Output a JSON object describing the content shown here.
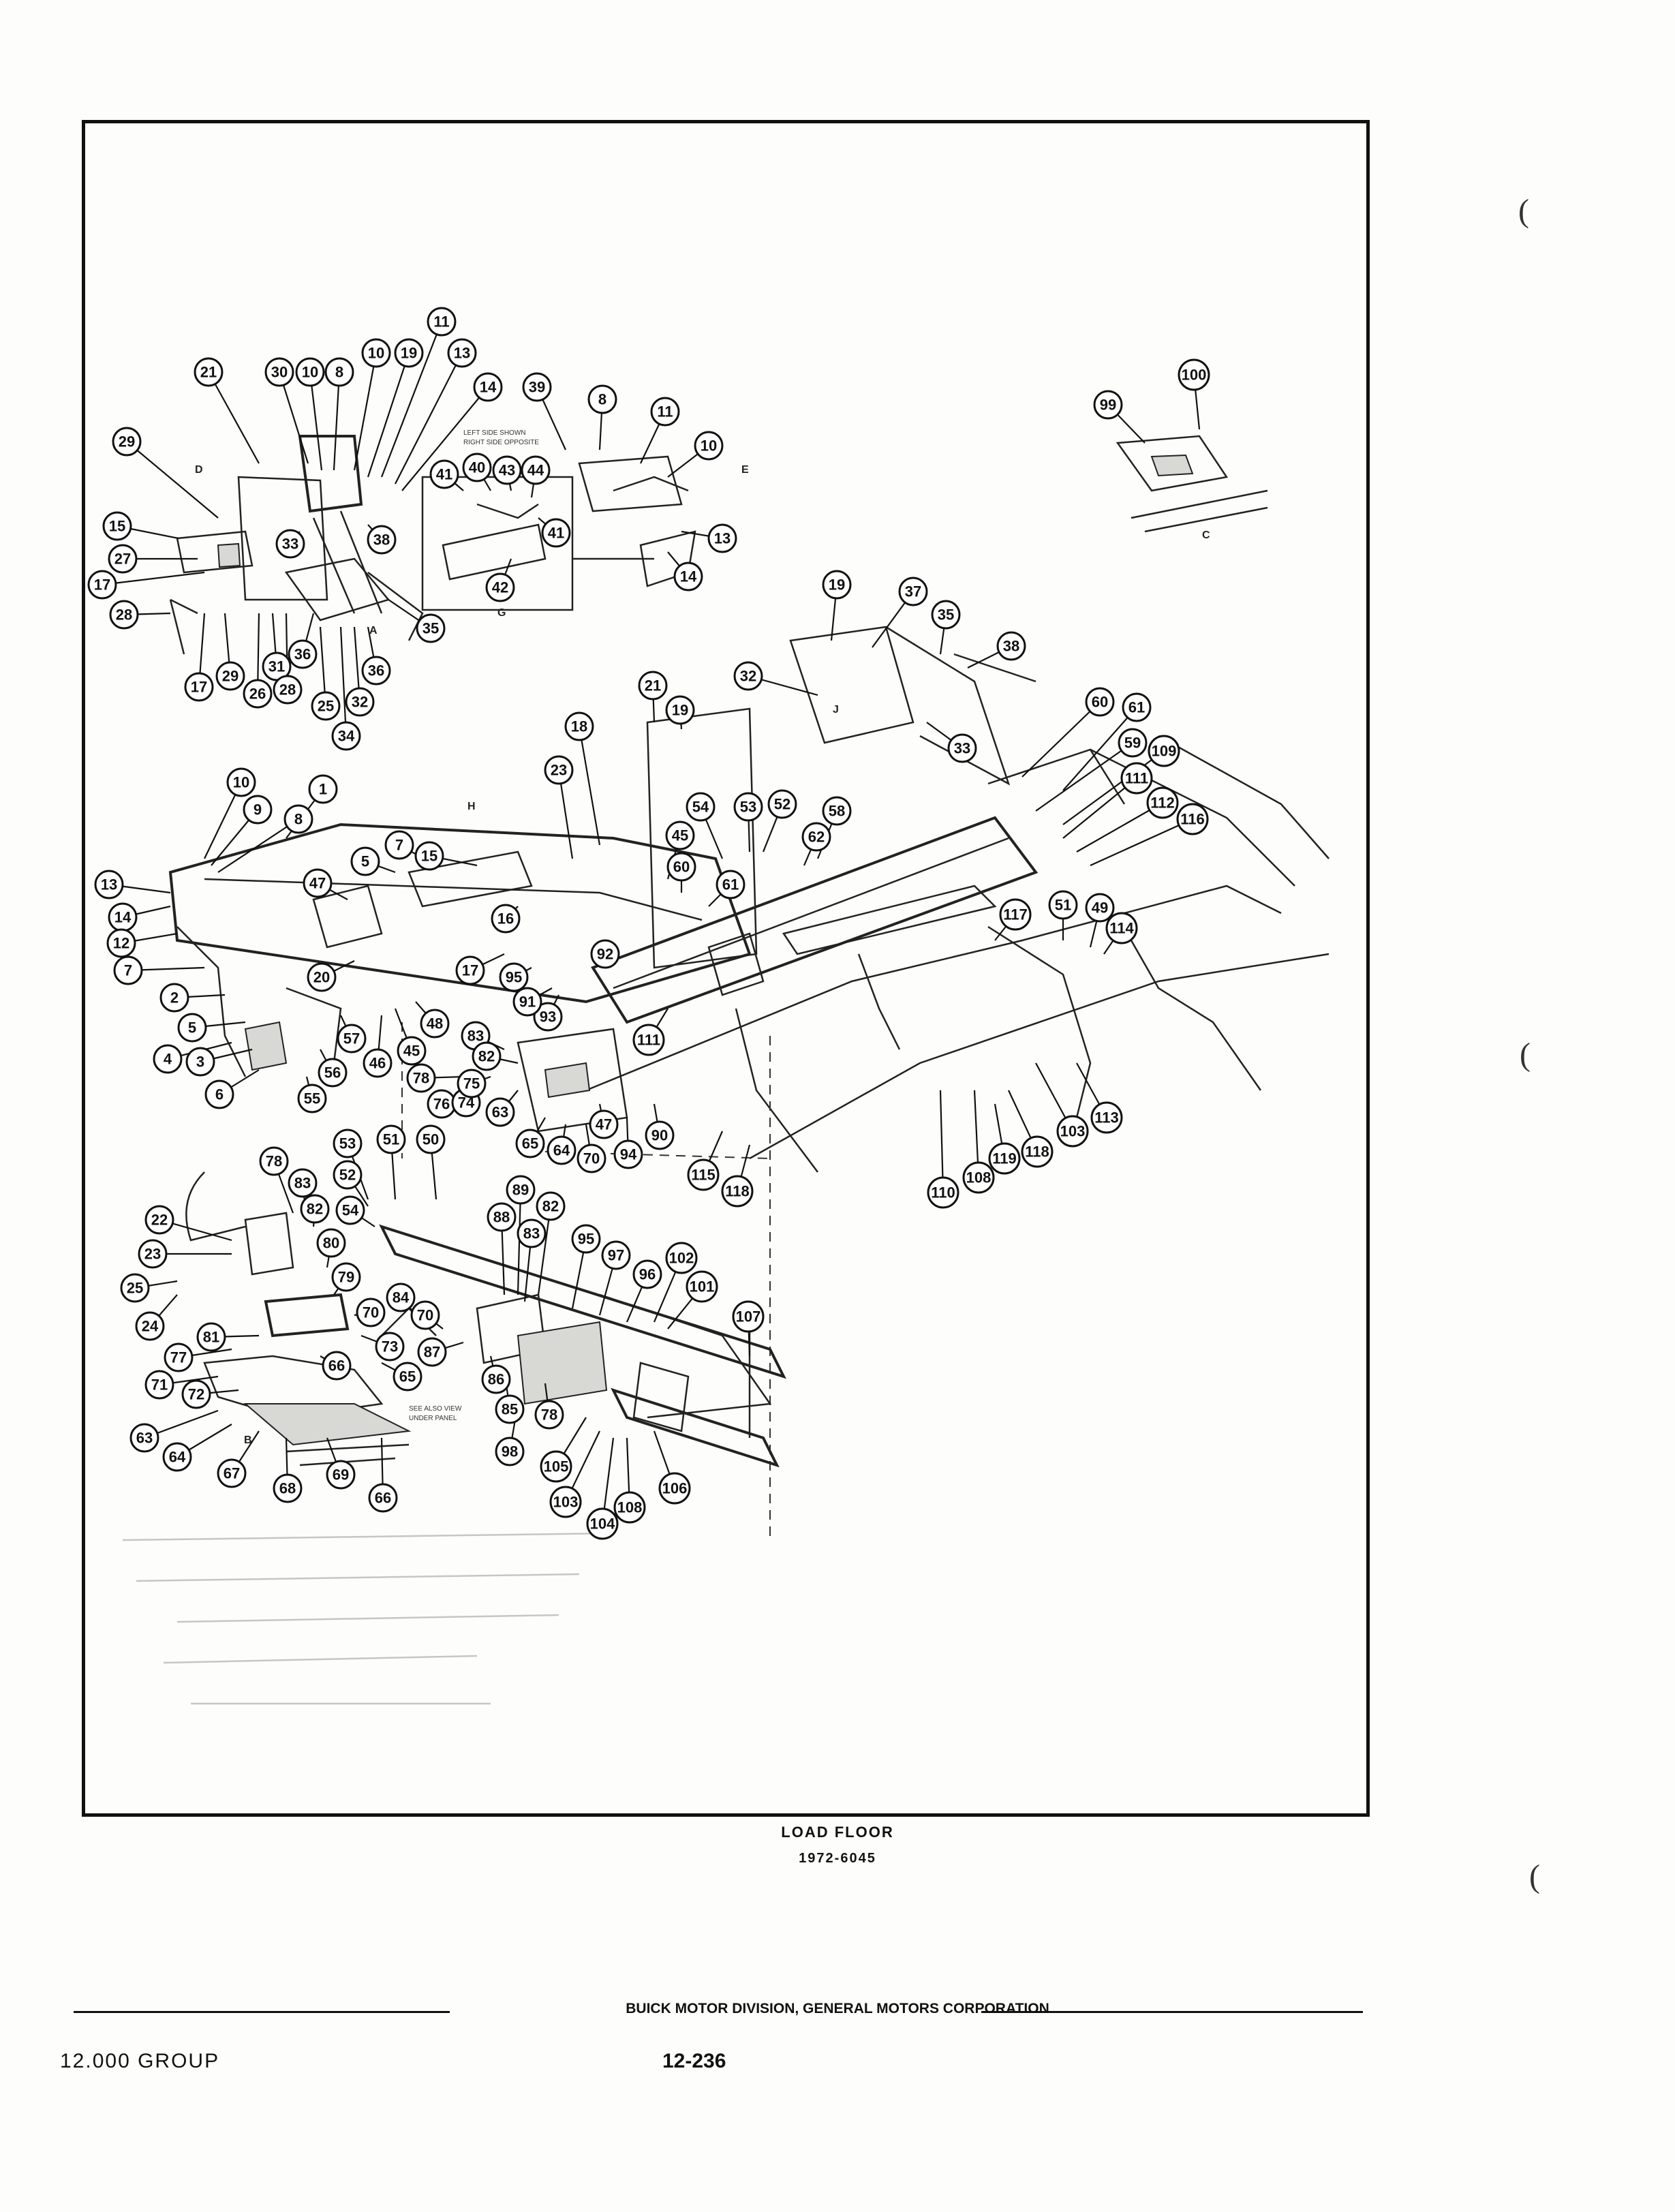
{
  "diagram": {
    "title": "LOAD FLOOR",
    "subtitle": "1972-6045",
    "view_labels": [
      "D",
      "E",
      "G",
      "A",
      "C",
      "J",
      "H",
      "B"
    ],
    "notes": [
      "LEFT SIDE SHOWN RIGHT SIDE OPPOSITE",
      "SEE ALSO VIEW UNDER PANEL"
    ],
    "callouts": [
      "1",
      "2",
      "3",
      "4",
      "5",
      "6",
      "7",
      "8",
      "9",
      "10",
      "11",
      "12",
      "13",
      "14",
      "15",
      "16",
      "17",
      "18",
      "19",
      "20",
      "21",
      "22",
      "23",
      "24",
      "25",
      "26",
      "27",
      "28",
      "29",
      "30",
      "31",
      "32",
      "33",
      "34",
      "35",
      "36",
      "37",
      "38",
      "39",
      "40",
      "41",
      "42",
      "43",
      "44",
      "45",
      "46",
      "47",
      "48",
      "49",
      "50",
      "51",
      "52",
      "53",
      "54",
      "55",
      "56",
      "57",
      "58",
      "59",
      "60",
      "61",
      "62",
      "63",
      "64",
      "65",
      "66",
      "67",
      "68",
      "69",
      "70",
      "71",
      "72",
      "73",
      "74",
      "75",
      "76",
      "77",
      "78",
      "79",
      "80",
      "81",
      "82",
      "83",
      "84",
      "85",
      "86",
      "87",
      "88",
      "89",
      "90",
      "91",
      "92",
      "93",
      "94",
      "95",
      "96",
      "97",
      "98",
      "99",
      "100",
      "101",
      "102",
      "103",
      "104",
      "105",
      "106",
      "107",
      "108",
      "109",
      "110",
      "111",
      "112",
      "113",
      "114",
      "115",
      "116",
      "117",
      "118",
      "119"
    ]
  },
  "footer": {
    "corporation": "BUICK MOTOR DIVISION, GENERAL MOTORS CORPORATION",
    "group": "12.000 GROUP",
    "page": "12-236"
  },
  "margin_marks": [
    "(",
    "(",
    "("
  ]
}
